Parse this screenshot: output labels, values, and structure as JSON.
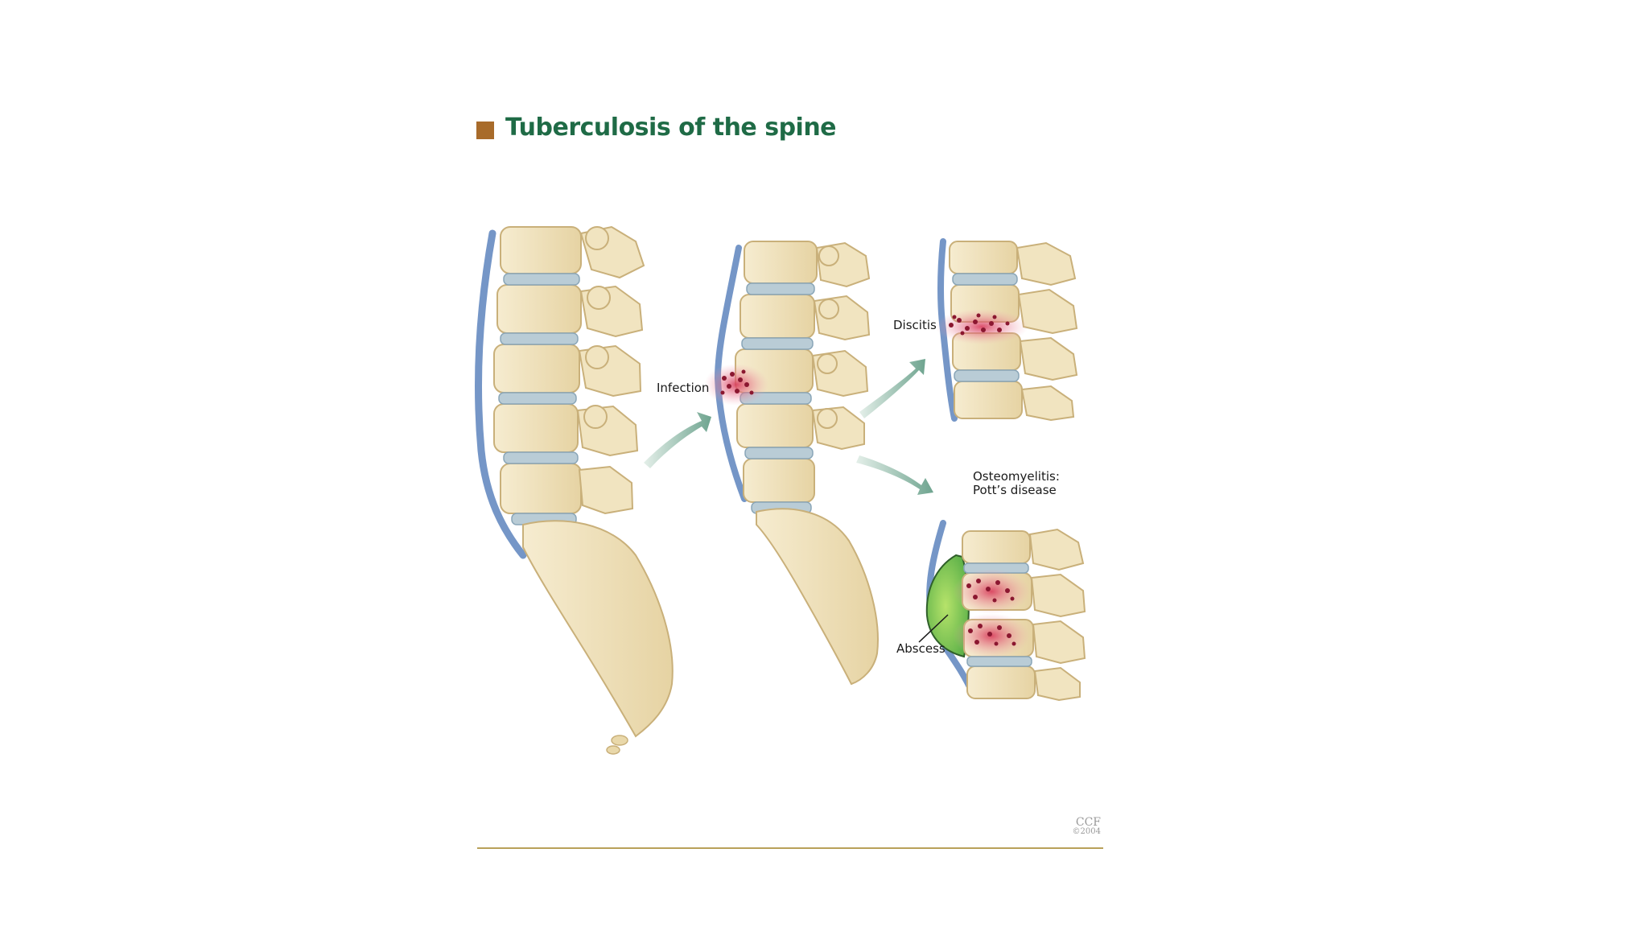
{
  "title": "Tuberculosis of the spine",
  "labels": {
    "infection": "Infection",
    "discitis": "Discitis",
    "osteomyelitis_line1": "Osteomyelitis:",
    "osteomyelitis_line2": "Pott’s disease",
    "abscess": "Abscess"
  },
  "credit": {
    "line1": "CCF",
    "line2": "©2004"
  },
  "colors": {
    "title": "#1f6b46",
    "title_square": "#a86b2a",
    "bone": "#efe2bb",
    "disc": "#b9ccd6",
    "ligament": "#6b8fc2",
    "infection": "#c0263f",
    "abscess": "#8fd16a",
    "arrow": "#7fae9c",
    "rule": "#b9a15a"
  }
}
